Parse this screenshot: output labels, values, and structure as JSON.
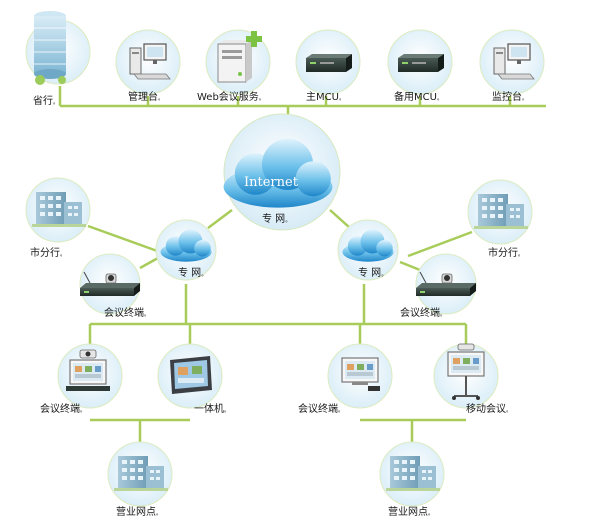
{
  "colors": {
    "line": "#a8cc59",
    "circle_fill": "#e6f2f9",
    "circle_edge": "#c8dc8c",
    "cloud_top": "#bfe7fb",
    "cloud_bottom": "#2f9ad8",
    "building": "#8fb6cc"
  },
  "top_row": {
    "province": "省行",
    "mgmt": "管理台",
    "web": "Web会议服务",
    "main_mcu": "主MCU",
    "backup_mcu": "备用MCU",
    "monitor": "监控台"
  },
  "center": {
    "internet": "Internet",
    "private_net": "专 网"
  },
  "left_branch": {
    "city_branch": "市分行",
    "net": "专 网",
    "terminal": "会议终端",
    "terminal2": "会议终端",
    "all_in_one": "一体机",
    "outlet": "营业网点"
  },
  "right_branch": {
    "city_branch": "市分行",
    "net": "专 网",
    "terminal": "会议终端",
    "terminal2": "会议终端",
    "mobile": "移动会议",
    "outlet": "营业网点"
  },
  "label_suffix": "。"
}
